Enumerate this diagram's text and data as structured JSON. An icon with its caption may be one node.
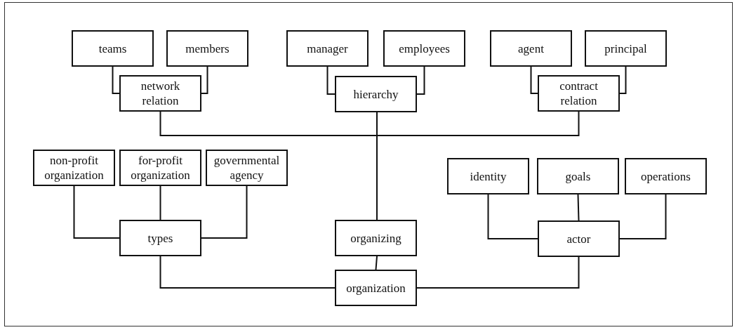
{
  "diagram": {
    "nodes": [
      {
        "text": [
          "teams"
        ]
      },
      {
        "text": [
          "members"
        ]
      },
      {
        "text": [
          "manager"
        ]
      },
      {
        "text": [
          "employees"
        ]
      },
      {
        "text": [
          "agent"
        ]
      },
      {
        "text": [
          "principal"
        ]
      },
      {
        "text": [
          "network relation"
        ]
      },
      {
        "text": [
          "hierarchy"
        ]
      },
      {
        "text": [
          "contract relation"
        ]
      },
      {
        "text": [
          "non-profit organization"
        ]
      },
      {
        "text": [
          "for-profit organization"
        ]
      },
      {
        "text": [
          "governmental agency"
        ]
      },
      {
        "text": [
          "identity"
        ]
      },
      {
        "text": [
          "goals"
        ]
      },
      {
        "text": [
          "operations"
        ]
      },
      {
        "text": [
          "types"
        ]
      },
      {
        "text": [
          "organizing"
        ]
      },
      {
        "text": [
          "actor"
        ]
      },
      {
        "text": [
          "organization"
        ]
      }
    ],
    "edges": [
      {
        "from": 0,
        "to": 6,
        "arrow": "none"
      },
      {
        "from": 1,
        "to": 6,
        "arrow": "none"
      },
      {
        "from": 2,
        "to": 7,
        "arrow": "none"
      },
      {
        "from": 3,
        "to": 7,
        "arrow": "none"
      },
      {
        "from": 4,
        "to": 8,
        "arrow": "none"
      },
      {
        "from": 5,
        "to": 8,
        "arrow": "none"
      },
      {
        "from": 9,
        "to": 15,
        "arrow": "none"
      },
      {
        "from": 10,
        "to": 15,
        "arrow": "none"
      },
      {
        "from": 11,
        "to": 15,
        "arrow": "none"
      },
      {
        "from": 12,
        "to": 17,
        "arrow": "none"
      },
      {
        "from": 13,
        "to": 17,
        "arrow": "none"
      },
      {
        "from": 14,
        "to": 17,
        "arrow": "none"
      },
      {
        "from": 6,
        "to": 16,
        "arrow": "none"
      },
      {
        "from": 7,
        "to": 16,
        "arrow": "none"
      },
      {
        "from": 8,
        "to": 16,
        "arrow": "none"
      },
      {
        "from": 16,
        "to": 18,
        "arrow": "none"
      },
      {
        "from": 15,
        "to": 18,
        "arrow": "none"
      },
      {
        "from": 17,
        "to": 18,
        "arrow": "none"
      }
    ]
  }
}
